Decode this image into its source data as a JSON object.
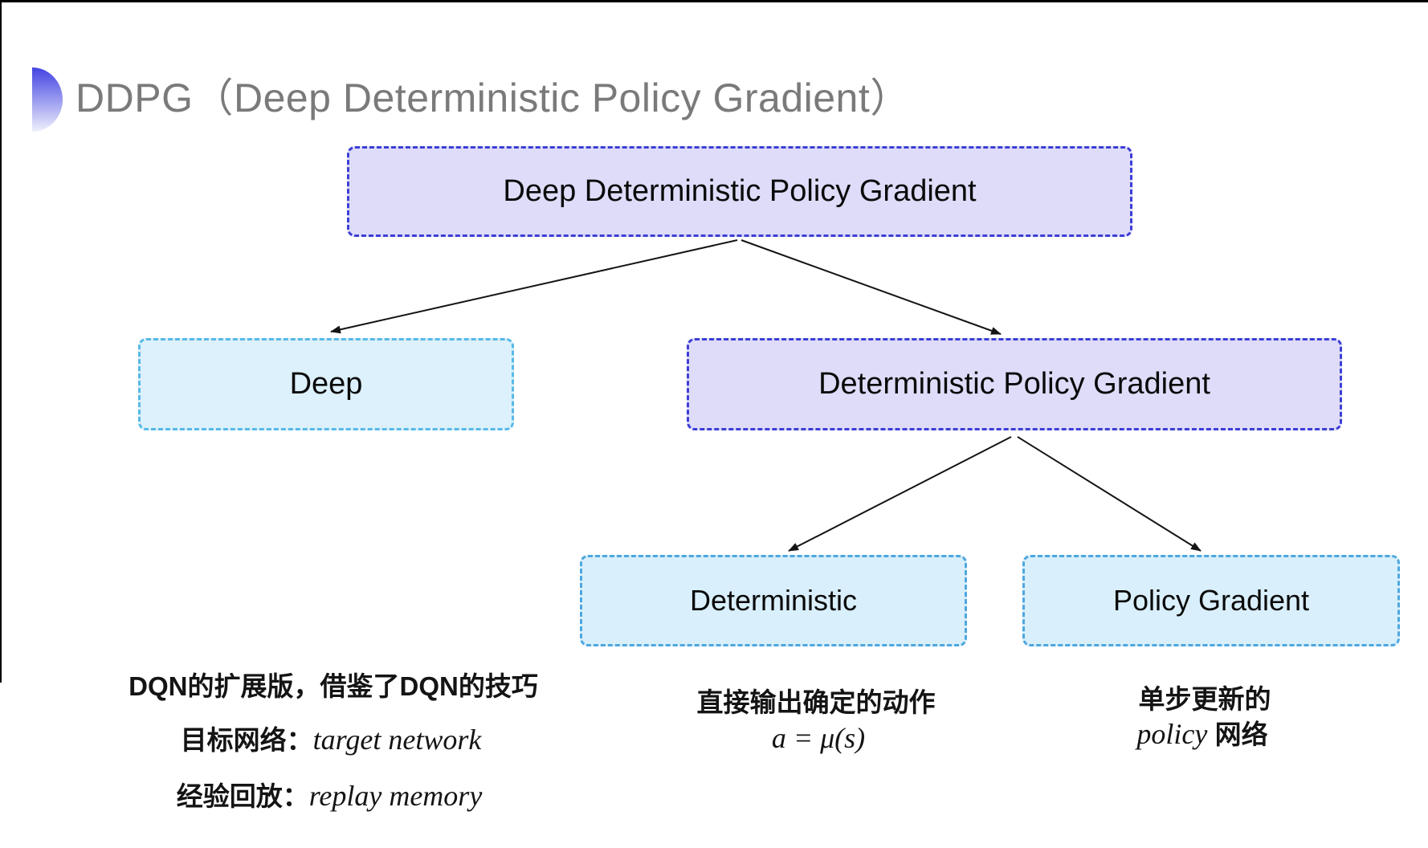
{
  "slide": {
    "title": "DDPG（Deep Deterministic Policy Gradient）",
    "title_color": "#7a7a7a",
    "accent_gradient_top": "#4343e2",
    "accent_gradient_bottom": "#eef0fc",
    "background": "#ffffff"
  },
  "tree": {
    "root": {
      "label": "Deep Deterministic Policy Gradient",
      "fill": "#dedcf9",
      "border": "#3d3ed6"
    },
    "deep": {
      "label": "Deep",
      "fill": "#dcf1fb",
      "border": "#57b9e9"
    },
    "dpg": {
      "label": "Deterministic Policy Gradient",
      "fill": "#dedcf9",
      "border": "#3d3ed6"
    },
    "deterministic": {
      "label": "Deterministic",
      "fill": "#d9effb",
      "border": "#4ea7df"
    },
    "policy_gradient": {
      "label": "Policy Gradient",
      "fill": "#d9effb",
      "border": "#4ea7df"
    }
  },
  "notes": {
    "dqn": {
      "line1": "DQN的扩展版，借鉴了DQN的技巧",
      "line2_label": "目标网络：",
      "line2_term": "target network",
      "line3_label": "经验回放：",
      "line3_term": "replay memory"
    },
    "deterministic": {
      "line1": "直接输出确定的动作",
      "formula": "a = μ(s)"
    },
    "policy_gradient": {
      "line1": "单步更新的",
      "term": "policy",
      "suffix": " 网络"
    }
  }
}
